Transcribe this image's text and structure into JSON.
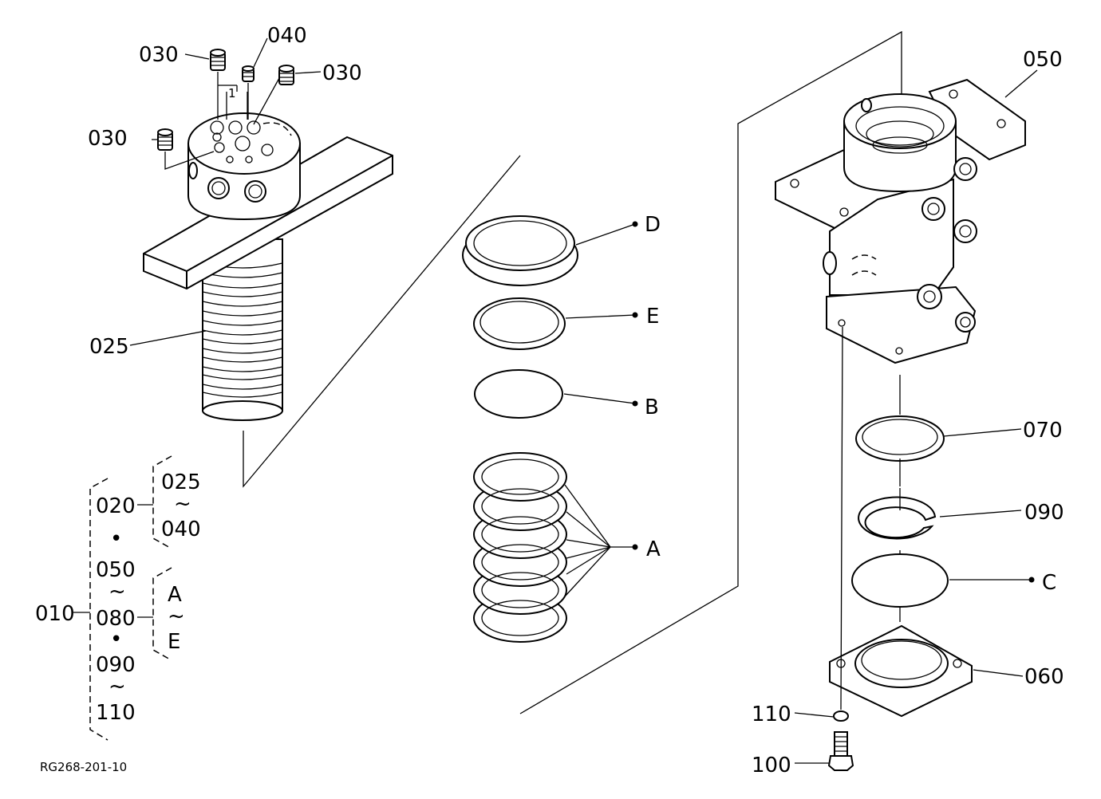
{
  "diagram": {
    "reference_code": "RG268-201-10",
    "callouts": [
      {
        "id": "c030a",
        "text": "030"
      },
      {
        "id": "c040",
        "text": "040"
      },
      {
        "id": "c030b",
        "text": "030"
      },
      {
        "id": "c030c",
        "text": "030"
      },
      {
        "id": "c1",
        "text": "1"
      },
      {
        "id": "c025",
        "text": "025"
      },
      {
        "id": "c050",
        "text": "050"
      },
      {
        "id": "cD",
        "text": "D"
      },
      {
        "id": "cE",
        "text": "E"
      },
      {
        "id": "cB",
        "text": "B"
      },
      {
        "id": "cA",
        "text": "A"
      },
      {
        "id": "c070",
        "text": "070"
      },
      {
        "id": "c090",
        "text": "090"
      },
      {
        "id": "cC",
        "text": "C"
      },
      {
        "id": "c060",
        "text": "060"
      },
      {
        "id": "c110",
        "text": "110"
      },
      {
        "id": "c100",
        "text": "100"
      }
    ],
    "legend": {
      "root": "010",
      "group1": {
        "label": "020",
        "range_from": "025",
        "tilde": "~",
        "range_to": "040"
      },
      "dot1": "•",
      "group2": {
        "from": "050",
        "tilde": "~",
        "label": "080",
        "range_from": "A",
        "tilde2": "~",
        "range_to": "E"
      },
      "dot2": "•",
      "group3": {
        "from": "090",
        "tilde": "~",
        "to": "110"
      }
    }
  }
}
